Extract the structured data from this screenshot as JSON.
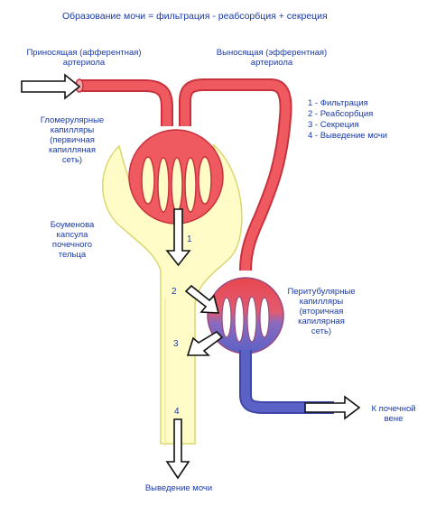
{
  "title": "Образование мочи = фильтрация - реабсорбция + секреция",
  "labels": {
    "afferent": [
      "Приносящая (афферентная)",
      "артериола"
    ],
    "efferent": [
      "Выносящая (эфферентная)",
      "артериола"
    ],
    "glomerular": [
      "Гломерулярные",
      "капилляры",
      "(первичная",
      "капилляная",
      "сеть)"
    ],
    "bowman": [
      "Боуменова",
      "капсула",
      "почечного",
      "тельца"
    ],
    "peritubular": [
      "Перитубулярные",
      "капилляры",
      "(вторичная",
      "капилярная",
      "сеть)"
    ],
    "to_vein": [
      "К почечной",
      "вене"
    ],
    "urine_out": "Выведение мочи"
  },
  "legend": [
    "1 - Фильтрация",
    "2 - Реабсорбция",
    "3 - Секреция",
    "4 - Выведение мочи"
  ],
  "step_numbers": [
    "1",
    "2",
    "3",
    "4"
  ],
  "colors": {
    "capsule_fill": "#fffcc8",
    "capsule_stroke": "#d9d870",
    "arterial": "#e8474f",
    "arterial_light": "#f28a8d",
    "venous": "#5a62c6",
    "label_text": "#1a3aa8"
  }
}
